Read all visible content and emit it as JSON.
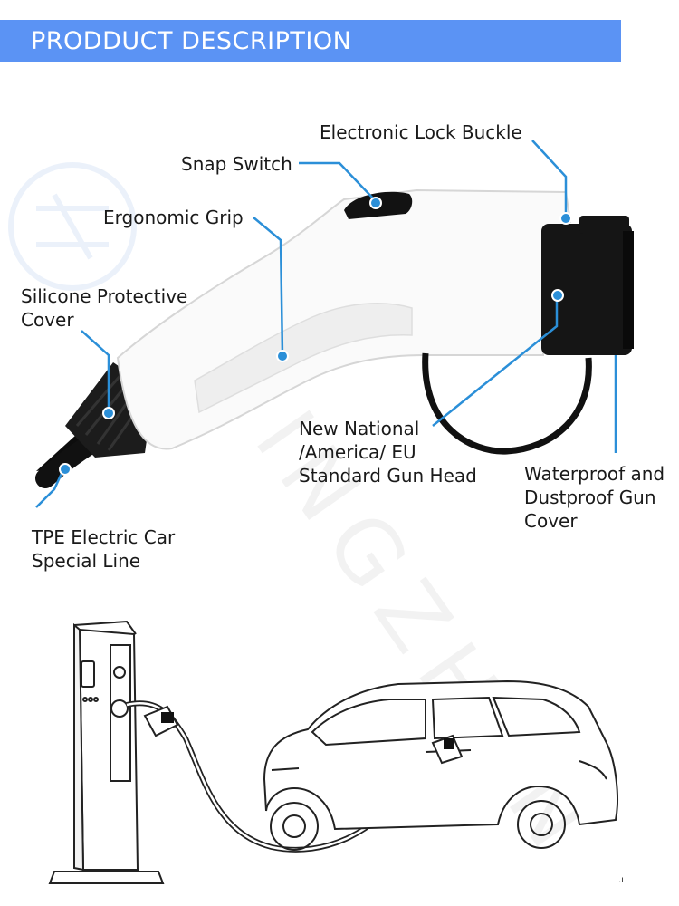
{
  "banner": {
    "title": "PRODDUCT  DESCRIPTION",
    "color": "#5b93f4"
  },
  "accent_color": "#2b8fd8",
  "labels": {
    "electronic_lock_buckle": [
      "Electronic Lock Buckle"
    ],
    "snap_switch": [
      "Snap Switch"
    ],
    "ergonomic_grip": [
      "Ergonomic Grip"
    ],
    "silicone_cover": [
      "Silicone Protective",
      "Cover"
    ],
    "gun_head": [
      "New National",
      "/America/ EU",
      "Standard Gun Head"
    ],
    "gun_cover": [
      "Waterproof and",
      "Dustproof Gun",
      "Cover"
    ],
    "tpe_line": [
      "TPE Electric Car",
      "Special Line"
    ]
  },
  "watermark": {
    "text": "HINGZHAN"
  },
  "footer_mark": ".ı"
}
